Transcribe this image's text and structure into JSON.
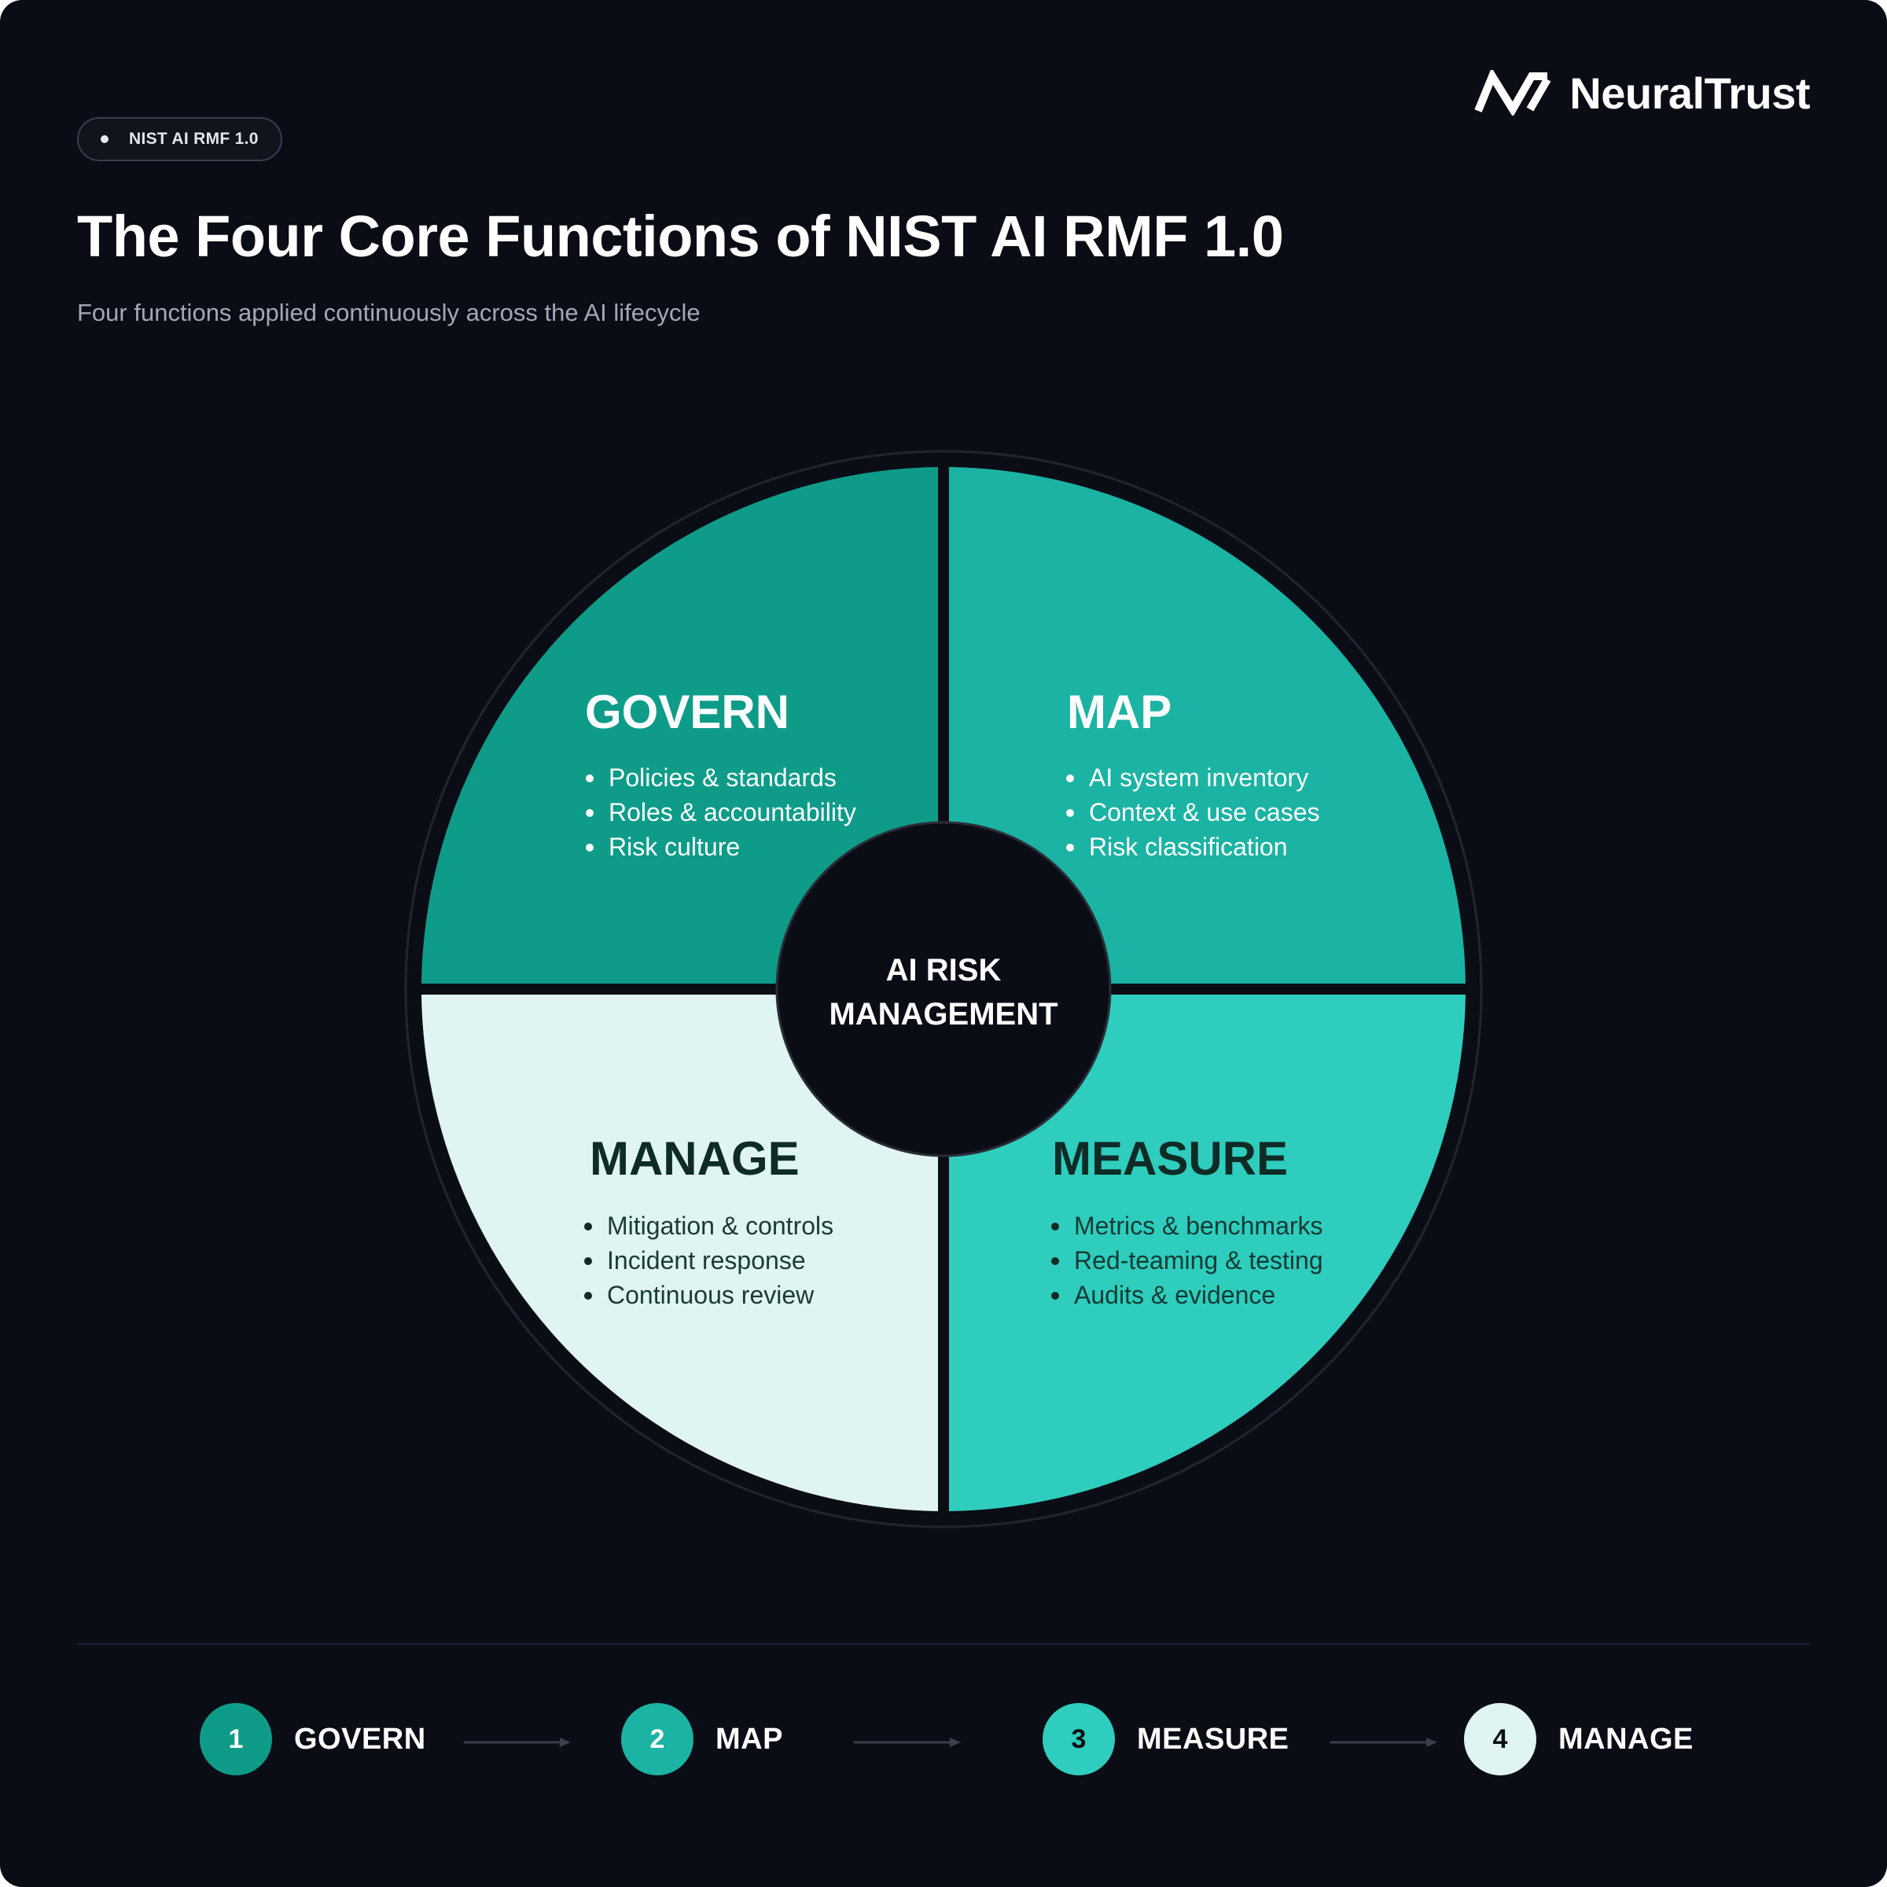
{
  "badge": {
    "label": "NIST AI RMF 1.0"
  },
  "brand": {
    "name": "NeuralTrust",
    "icon": "neuraltrust-logo-icon"
  },
  "title": "The Four Core Functions of NIST AI RMF 1.0",
  "subtitle": "Four functions applied continuously across the AI lifecycle",
  "center": {
    "line1": "AI RISK",
    "line2": "MANAGEMENT"
  },
  "quadrants": [
    {
      "id": "govern",
      "title": "GOVERN",
      "color": "#0e9c89",
      "text_color": "#ffffff",
      "items": [
        "Policies & standards",
        "Roles & accountability",
        "Risk culture"
      ]
    },
    {
      "id": "map",
      "title": "MAP",
      "color": "#1bb3a3",
      "text_color": "#ffffff",
      "items": [
        "AI system inventory",
        "Context & use cases",
        "Risk classification"
      ]
    },
    {
      "id": "manage",
      "title": "MANAGE",
      "color": "#e0f4f1",
      "text_color": "#0f2b26",
      "items": [
        "Mitigation & controls",
        "Incident response",
        "Continuous review"
      ]
    },
    {
      "id": "measure",
      "title": "MEASURE",
      "color": "#2ecdbd",
      "text_color": "#0f2b26",
      "items": [
        "Metrics & benchmarks",
        "Red-teaming & testing",
        "Audits & evidence"
      ]
    }
  ],
  "steps": [
    {
      "number": "1",
      "label": "GOVERN",
      "color": "#0e9c89",
      "num_color": "#ffffff"
    },
    {
      "number": "2",
      "label": "MAP",
      "color": "#1bb3a3",
      "num_color": "#ffffff"
    },
    {
      "number": "3",
      "label": "MEASURE",
      "color": "#2ecdbd",
      "num_color": "#0b0d16"
    },
    {
      "number": "4",
      "label": "MANAGE",
      "color": "#e0f4f1",
      "num_color": "#0b0d16"
    }
  ],
  "colors": {
    "background": "#0b0d16",
    "center_fill": "#0b0d16"
  }
}
